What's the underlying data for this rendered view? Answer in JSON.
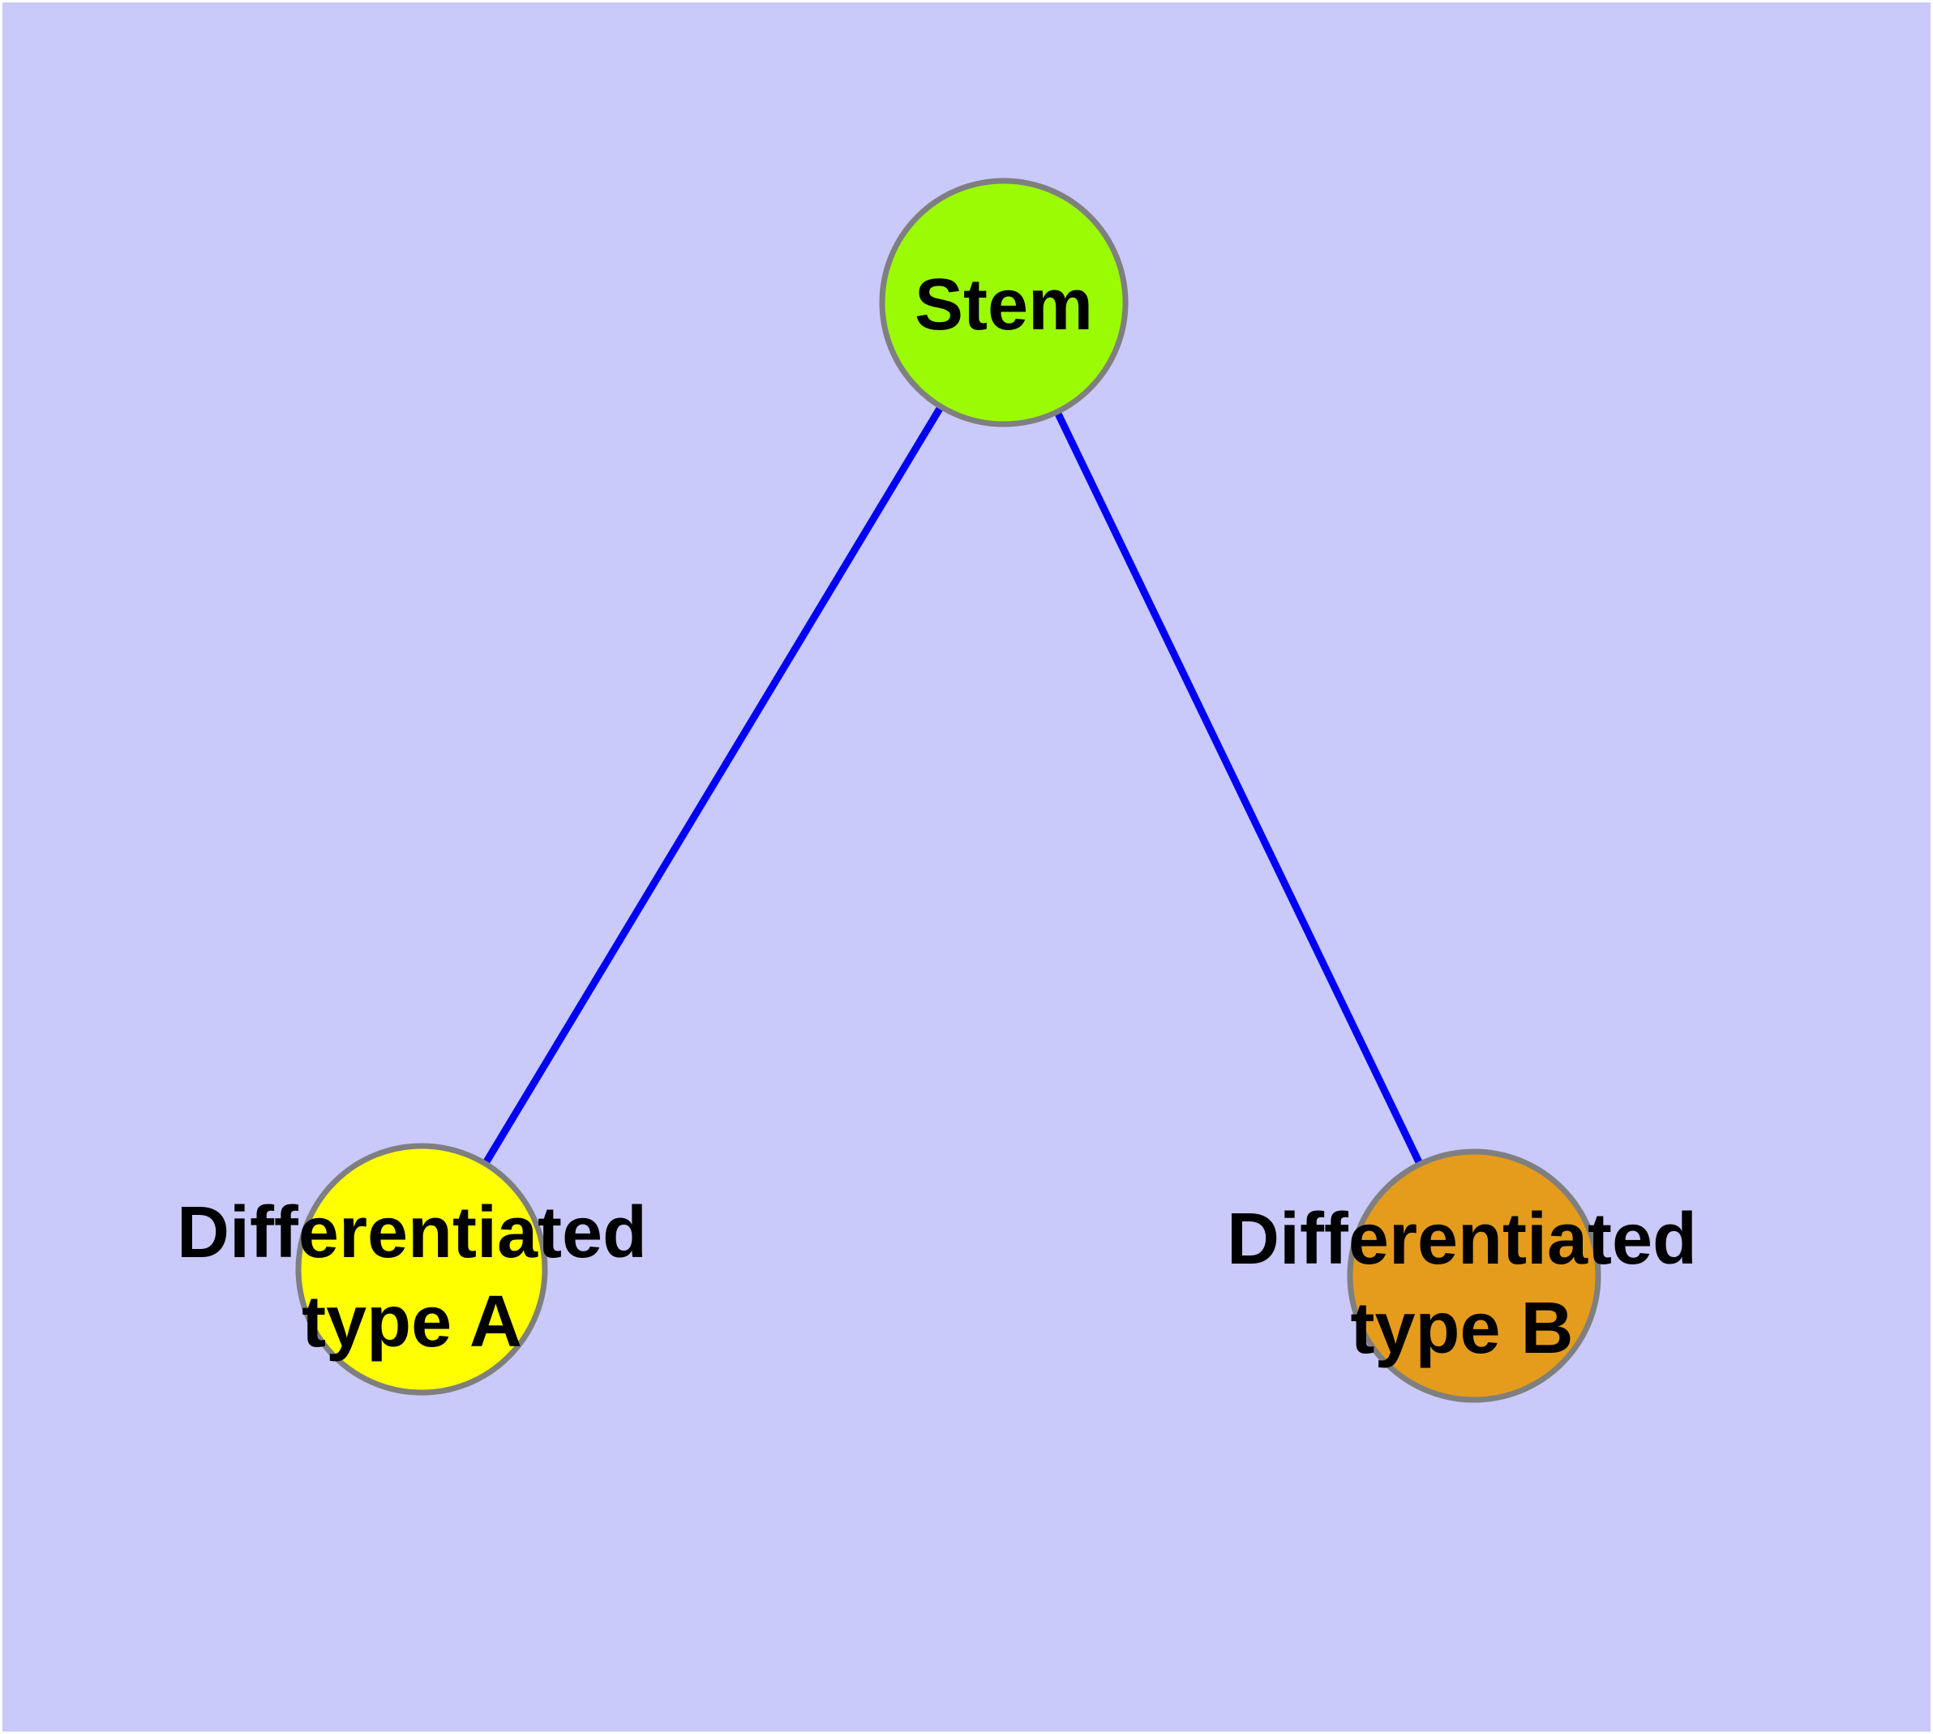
{
  "diagram": {
    "type": "graph",
    "background_color": "#c9c9fa",
    "frame_color": "#ffffff",
    "edge_color": "#0000f5",
    "node_border_color": "#7f7f7f",
    "label_color": "#000000",
    "nodes": [
      {
        "id": "stem",
        "label": "Stem",
        "fill": "#9afb05",
        "position": "top-center"
      },
      {
        "id": "type-a",
        "label_line1": "Differentiated",
        "label_line2": "type A",
        "fill": "#ffff00",
        "position": "bottom-left"
      },
      {
        "id": "type-b",
        "label_line1": "Differentiated",
        "label_line2": "type B",
        "fill": "#e59b1c",
        "position": "bottom-right"
      }
    ],
    "edges": [
      {
        "from": "stem",
        "to": "type-a"
      },
      {
        "from": "stem",
        "to": "type-b"
      }
    ]
  }
}
